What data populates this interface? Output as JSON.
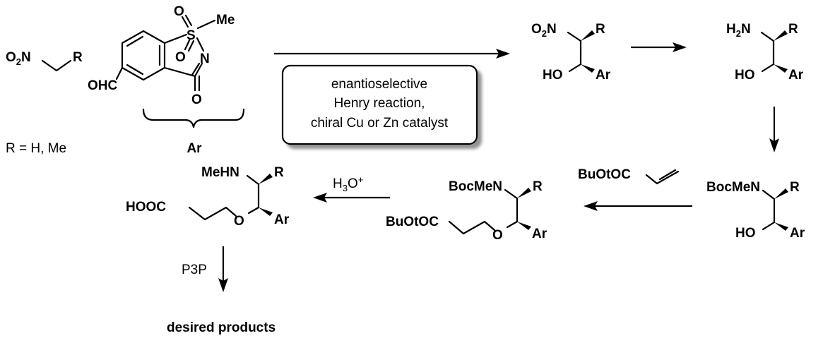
{
  "scheme": {
    "nitroalkane": {
      "group": "O2N",
      "r": "R"
    },
    "aldehyde": {
      "o1": "O",
      "o2": "O",
      "s": "S",
      "me": "Me",
      "n": "N",
      "o3": "O",
      "cho": "OHC"
    },
    "r_definition": "R = H, Me",
    "ar_label": "Ar",
    "condition_box": {
      "line1": "enantioselective",
      "line2": "Henry reaction,",
      "line3": "chiral Cu or Zn catalyst"
    },
    "nitro_alcohol": {
      "n": "O2N",
      "r": "R",
      "oh": "HO",
      "ar": "Ar"
    },
    "amino_alcohol": {
      "n": "H2N",
      "r": "R",
      "oh": "HO",
      "ar": "Ar"
    },
    "boc_alcohol": {
      "n": "BocMeN",
      "r": "R",
      "oh": "HO",
      "ar": "Ar"
    },
    "acrylate_reagent": "BuOtOC",
    "ester": {
      "n": "BocMeN",
      "r": "R",
      "ester": "BuOtOC",
      "o": "O",
      "ar": "Ar"
    },
    "acid_reagent": "H3O+",
    "acid": {
      "n": "MeHN",
      "r": "R",
      "acid": "HOOC",
      "o": "O",
      "ar": "Ar"
    },
    "coupling_reagent": "P3P",
    "products": "desired products"
  }
}
